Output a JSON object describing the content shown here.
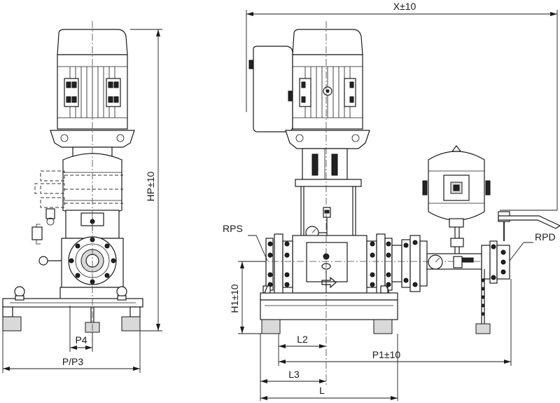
{
  "dimensions": {
    "x": "X±10",
    "hp": "HP±10",
    "h1": "H1±10",
    "p4": "P4",
    "p_p3": "P/P3",
    "l2": "L2",
    "p1": "P1±10",
    "l3": "L3",
    "l": "L"
  },
  "connections": {
    "suction": "RPS",
    "discharge": "RPD"
  }
}
